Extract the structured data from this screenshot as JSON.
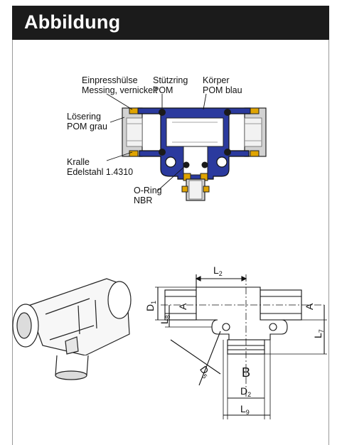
{
  "header": {
    "title": "Abbildung"
  },
  "callouts": [
    {
      "line1": "Einpresshülse",
      "line2": "Messing, vernickelt"
    },
    {
      "line1": "Stützring",
      "line2": "POM"
    },
    {
      "line1": "Körper",
      "line2": "POM blau"
    },
    {
      "line1": "Lösering",
      "line2": "POM grau"
    },
    {
      "line1": "Kralle",
      "line2": "Edelstahl 1.4310"
    },
    {
      "line1": "O-Ring",
      "line2": "NBR"
    }
  ],
  "dimensions": {
    "L2": {
      "base": "L",
      "sub": "2"
    },
    "D1": {
      "base": "D",
      "sub": "1"
    },
    "L8": {
      "base": "L",
      "sub": "8"
    },
    "L7": {
      "base": "L",
      "sub": "7"
    },
    "D5": {
      "base": "D",
      "sub": "5"
    },
    "D2": {
      "base": "D",
      "sub": "2"
    },
    "L9": {
      "base": "L",
      "sub": "9"
    },
    "B": "B",
    "A": "A"
  },
  "colors": {
    "body_blue": "#2b3a9e",
    "brass": "#e0a400",
    "grey": "#cfcfcf",
    "header_bg": "#1b1b1b"
  }
}
